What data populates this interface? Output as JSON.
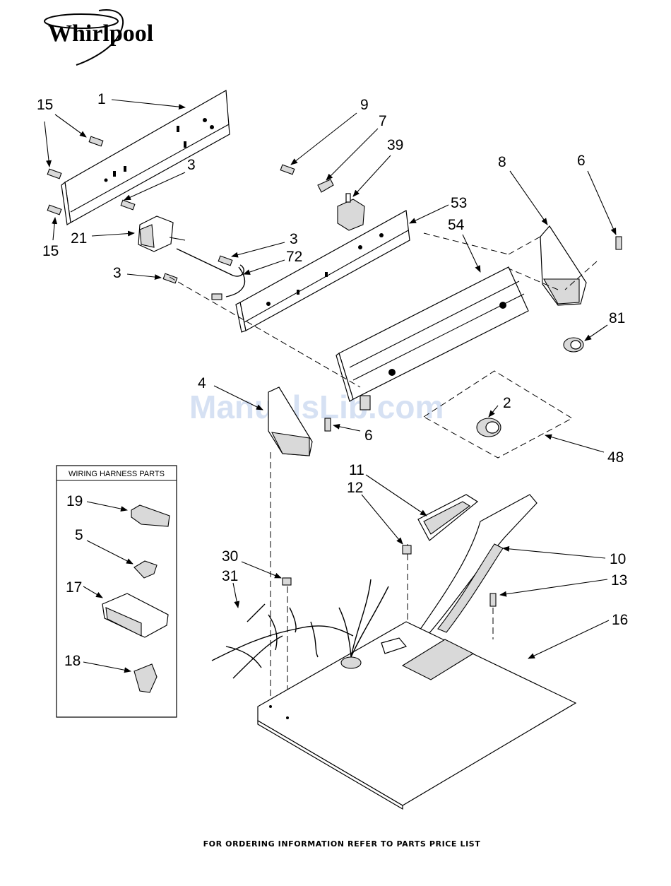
{
  "brand": {
    "logo_text": "Whirlpool"
  },
  "watermark": "ManualsLib.com",
  "callouts": {
    "c15a": "15",
    "c15b": "15",
    "c1": "1",
    "c3a": "3",
    "c3b": "3",
    "c3c": "3",
    "c21": "21",
    "c72": "72",
    "c9": "9",
    "c7": "7",
    "c39": "39",
    "c53": "53",
    "c54": "54",
    "c8": "8",
    "c6a": "6",
    "c81": "81",
    "c2": "2",
    "c48": "48",
    "c4": "4",
    "c6b": "6",
    "c11": "11",
    "c12": "12",
    "c10": "10",
    "c13": "13",
    "c16": "16",
    "c30": "30",
    "c31": "31",
    "c19": "19",
    "c5": "5",
    "c17": "17",
    "c18": "18"
  },
  "wiring_box": {
    "title": "WIRING HARNESS PARTS"
  },
  "footer": "FOR ORDERING INFORMATION REFER TO PARTS PRICE LIST",
  "icons": {
    "logo": "whirlpool-logo-swirl",
    "arrowhead": "leader-arrowhead"
  }
}
